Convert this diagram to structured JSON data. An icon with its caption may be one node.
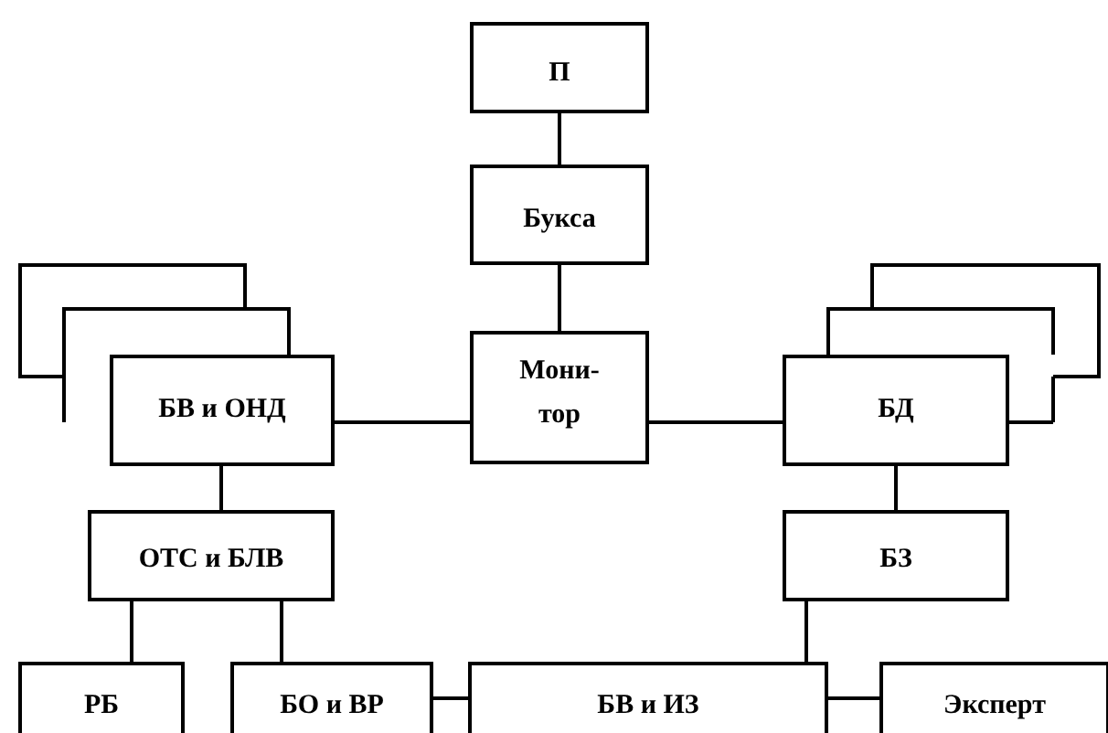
{
  "diagram": {
    "nodes": [
      {
        "text": [
          "П"
        ]
      },
      {
        "text": [
          "Букса"
        ]
      },
      {
        "text": [
          "Мони- тор"
        ]
      },
      {
        "text": [
          "БВ и ОНД"
        ]
      },
      {
        "text": [
          "БД"
        ]
      },
      {
        "text": [
          "ОТС и БЛВ"
        ]
      },
      {
        "text": [
          "БЗ"
        ]
      },
      {
        "text": [
          "РБ"
        ]
      },
      {
        "text": [
          "БО и ВР"
        ]
      },
      {
        "text": [
          "БВ и ИЗ"
        ]
      },
      {
        "text": [
          "Эксперт"
        ]
      }
    ],
    "edges": [
      {
        "from": 0,
        "to": 1,
        "arrow": "none"
      },
      {
        "from": 1,
        "to": 2,
        "arrow": "none"
      },
      {
        "from": 3,
        "to": 2,
        "arrow": "none"
      },
      {
        "from": 2,
        "to": 4,
        "arrow": "none"
      },
      {
        "from": 3,
        "to": 5,
        "arrow": "none"
      },
      {
        "from": 4,
        "to": 6,
        "arrow": "none"
      },
      {
        "from": 5,
        "to": 7,
        "arrow": "none"
      },
      {
        "from": 5,
        "to": 8,
        "arrow": "none"
      },
      {
        "from": 6,
        "to": 9,
        "arrow": "none"
      },
      {
        "from": 8,
        "to": 9,
        "arrow": "none"
      },
      {
        "from": 9,
        "to": 10,
        "arrow": "none"
      }
    ]
  }
}
